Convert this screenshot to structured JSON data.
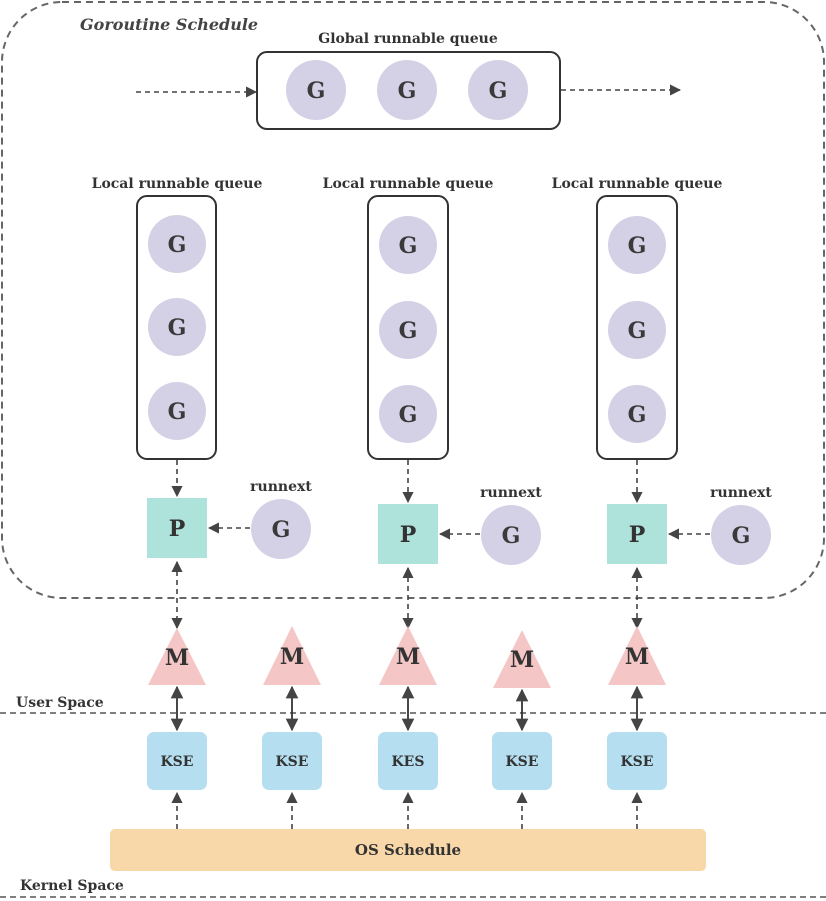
{
  "title": "Goroutine Schedule",
  "global_queue": {
    "label": "Global runnable queue",
    "items": [
      "G",
      "G",
      "G"
    ]
  },
  "local_queues": [
    {
      "label": "Local runnable queue",
      "items": [
        "G",
        "G",
        "G"
      ],
      "processor": "P",
      "runnext_label": "runnext",
      "runnext_item": "G"
    },
    {
      "label": "Local runnable queue",
      "items": [
        "G",
        "G",
        "G"
      ],
      "processor": "P",
      "runnext_label": "runnext",
      "runnext_item": "G"
    },
    {
      "label": "Local runnable queue",
      "items": [
        "G",
        "G",
        "G"
      ],
      "processor": "P",
      "runnext_label": "runnext",
      "runnext_item": "G"
    }
  ],
  "machines": [
    "M",
    "M",
    "M",
    "M",
    "M"
  ],
  "kernel_entities": [
    "KSE",
    "KSE",
    "KES",
    "KSE",
    "KSE"
  ],
  "os_schedule": "OS Schedule",
  "user_space_label": "User Space",
  "kernel_space_label": "Kernel Space",
  "colors": {
    "goroutine": "#d4d1e6",
    "processor": "#aee3dc",
    "machine": "#f5c6c6",
    "kse": "#b5dff0",
    "os": "#f8d7a8",
    "line": "#555555"
  }
}
